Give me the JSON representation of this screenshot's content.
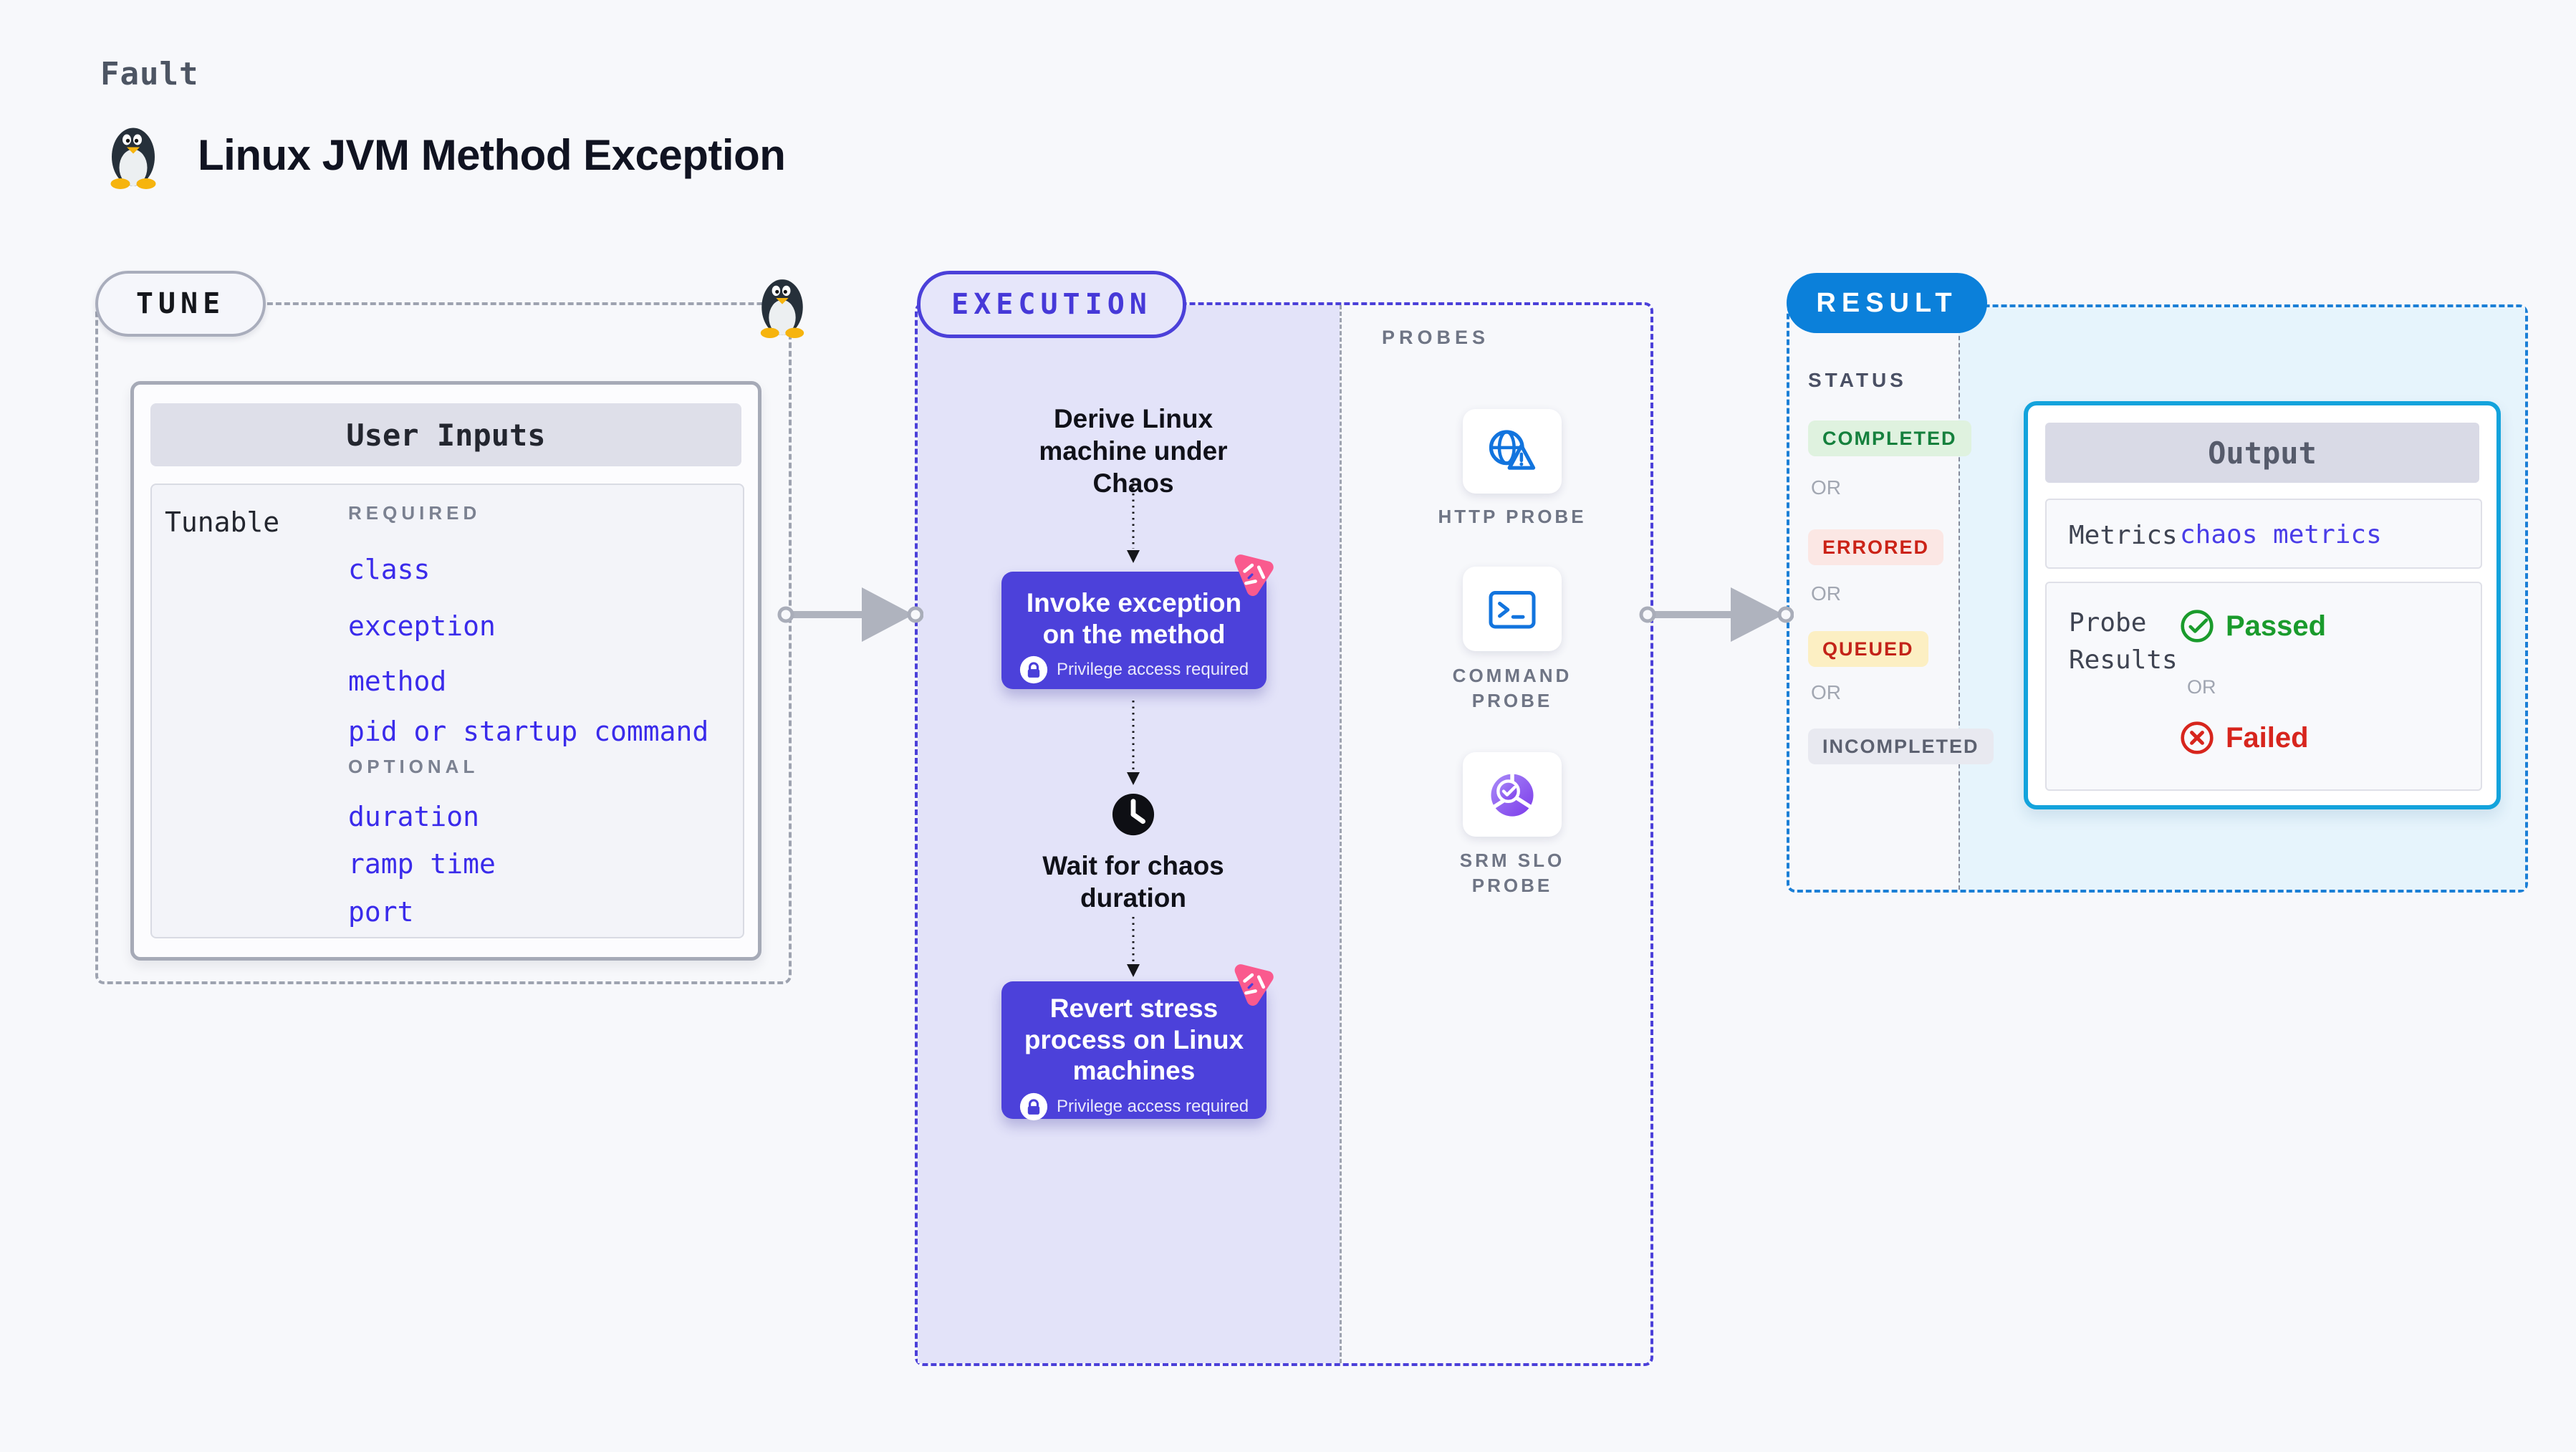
{
  "header": {
    "eyebrow": "Fault",
    "title": "Linux JVM Method Exception",
    "icon": "tux-penguin"
  },
  "tune": {
    "pill": "TUNE",
    "card_title": "User Inputs",
    "row_label": "Tunable",
    "required_label": "REQUIRED",
    "required_items": [
      "class",
      "exception",
      "method",
      "pid or startup command"
    ],
    "optional_label": "OPTIONAL",
    "optional_items": [
      "duration",
      "ramp time",
      "port"
    ]
  },
  "execution": {
    "pill": "EXECUTION",
    "derive_step": "Derive Linux machine under Chaos",
    "invoke_step": "Invoke exception on the method",
    "wait_step": "Wait for chaos duration",
    "revert_step": "Revert stress process on Linux machines",
    "privilege_note": "Privilege access required"
  },
  "probes": {
    "label": "PROBES",
    "items": [
      {
        "name": "HTTP PROBE",
        "icon": "globe-warning-icon"
      },
      {
        "name": "COMMAND PROBE",
        "icon": "terminal-icon"
      },
      {
        "name": "SRM SLO PROBE",
        "icon": "slo-donut-icon"
      }
    ]
  },
  "result": {
    "pill": "RESULT",
    "status_label": "STATUS",
    "or_label": "OR",
    "statuses": [
      {
        "label": "COMPLETED",
        "fg": "#15803D",
        "bg": "#DFF2DF"
      },
      {
        "label": "ERRORED",
        "fg": "#CB2317",
        "bg": "#FBE7E4"
      },
      {
        "label": "QUEUED",
        "fg": "#C32319",
        "bg": "#FCEFC3"
      },
      {
        "label": "INCOMPLETED",
        "fg": "#5C6170",
        "bg": "#E8E9F0"
      }
    ],
    "output": {
      "title": "Output",
      "metrics_label": "Metrics",
      "metrics_value": "chaos metrics",
      "probe_results_label": "Probe Results",
      "passed_label": "Passed",
      "or_label": "OR",
      "failed_label": "Failed"
    }
  },
  "colors": {
    "page_bg": "#F7F8FB",
    "indigo_accent": "#4B40D9",
    "indigo_link": "#3A2BEB",
    "lavender_fill": "#E3E3F9",
    "result_blue": "#0B80DA",
    "cyan_border": "#13A3DC",
    "light_cyan_fill": "#E6F4FC",
    "pink_chaos": "#FA5A8E",
    "passed_green": "#1A9B2C",
    "failed_red": "#D7251D",
    "arrow_gray": "#AFB3BE",
    "probe_icon_blue": "#1274DE"
  }
}
